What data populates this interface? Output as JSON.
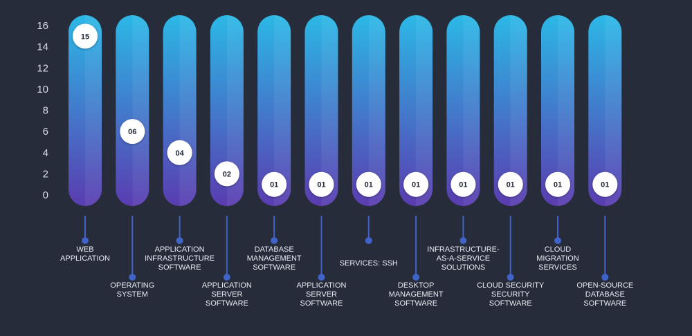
{
  "chart_data": {
    "type": "bar",
    "title": "",
    "xlabel": "",
    "ylabel": "",
    "ylim": [
      0,
      16
    ],
    "yticks": [
      0,
      2,
      4,
      6,
      8,
      10,
      12,
      14,
      16
    ],
    "categories": [
      "WEB APPLICATION",
      "OPERATING SYSTEM",
      "APPLICATION INFRASTRUCTURE SOFTWARE",
      "APPLICATION SERVER SOFTWARE",
      "DATABASE MANAGEMENT SOFTWARE",
      "APPLICATION SERVER SOFTWARE",
      "SERVICES: SSH",
      "DESKTOP MANAGEMENT SOFTWARE",
      "INFRASTRUCTURE-AS-A-SERVICE SOLUTIONS",
      "CLOUD SECURITY SECURITY SOFTWARE",
      "CLOUD MIGRATION SERVICES",
      "OPEN-SOURCE DATABASE SOFTWARE"
    ],
    "category_lines": [
      [
        "WEB",
        "APPLICATION"
      ],
      [
        "OPERATING",
        "SYSTEM"
      ],
      [
        "APPLICATION",
        "INFRASTRUCTURE",
        "SOFTWARE"
      ],
      [
        "APPLICATION",
        "SERVER",
        "SOFTWARE"
      ],
      [
        "DATABASE",
        "MANAGEMENT",
        "SOFTWARE"
      ],
      [
        "APPLICATION",
        "SERVER",
        "SOFTWARE"
      ],
      [
        "SERVICES: SSH"
      ],
      [
        "DESKTOP",
        "MANAGEMENT",
        "SOFTWARE"
      ],
      [
        "INFRASTRUCTURE-",
        "AS-A-SERVICE",
        "SOLUTIONS"
      ],
      [
        "CLOUD SECURITY",
        "SECURITY",
        "SOFTWARE"
      ],
      [
        "CLOUD",
        "MIGRATION",
        "SERVICES"
      ],
      [
        "OPEN-SOURCE",
        "DATABASE",
        "SOFTWARE"
      ]
    ],
    "values": [
      15,
      6,
      4,
      2,
      1,
      1,
      1,
      1,
      1,
      1,
      1,
      1
    ],
    "value_labels": [
      "15",
      "06",
      "04",
      "02",
      "01",
      "01",
      "01",
      "01",
      "01",
      "01",
      "01",
      "01"
    ],
    "label_positions": [
      "high",
      "low",
      "high",
      "low",
      "high",
      "low",
      "high",
      "low",
      "high",
      "low",
      "high",
      "low"
    ],
    "grid": false,
    "legend": "none",
    "colors": {
      "background": "#262c3a",
      "bar_top": "#2bb8e6",
      "bar_bottom": "#5a3cb0",
      "connector": "#3f63c8",
      "marker_fill": "#ffffff",
      "tick_text": "#d7dbe3",
      "category_text": "#e8ebf2"
    }
  }
}
